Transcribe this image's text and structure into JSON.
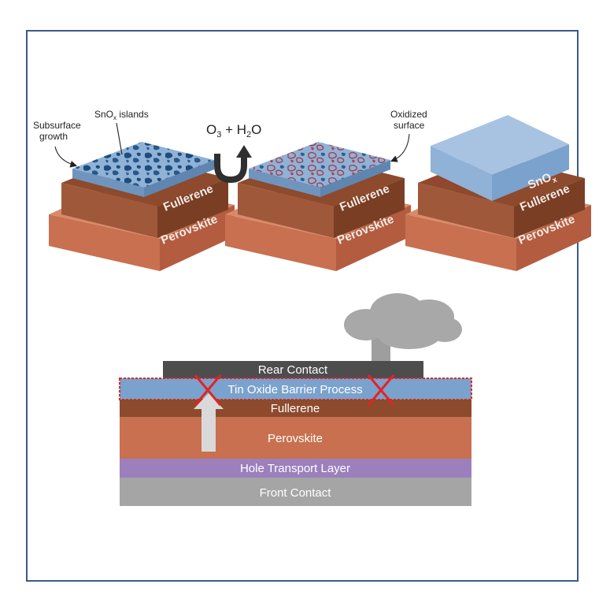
{
  "top": {
    "block1": {
      "subsurface_label_1": "Subsurface",
      "subsurface_label_2": "growth",
      "islands_label_main": "SnO",
      "islands_label_sub": "x",
      "islands_label_tail": " islands",
      "fullerene": "Fullerene",
      "perovskite": "Perovskite"
    },
    "reaction": {
      "o_main": "O",
      "o_sub": "3",
      "plus": " + H",
      "h_sub": "2",
      "o_tail": "O"
    },
    "block2": {
      "oxidized_label_1": "Oxidized",
      "oxidized_label_2": "surface",
      "fullerene": "Fullerene",
      "perovskite": "Perovskite"
    },
    "block3": {
      "snox_main": "SnO",
      "snox_sub": "x",
      "fullerene": "Fullerene",
      "perovskite": "Perovskite"
    }
  },
  "stack": {
    "rear_contact": "Rear Contact",
    "barrier": "Tin Oxide Barrier Process",
    "fullerene": "Fullerene",
    "perovskite": "Perovskite",
    "htl": "Hole Transport Layer",
    "front_contact": "Front Contact"
  },
  "colors": {
    "frame": "#3a5a86",
    "snox": "#7aa2cc",
    "fullerene": "#7a3e24",
    "perovskite": "#c86f4f",
    "htl": "#9b80bd",
    "front_contact": "#a5a5a5",
    "rear_contact": "#4d4d4d",
    "barrier_outline": "#e22424"
  }
}
